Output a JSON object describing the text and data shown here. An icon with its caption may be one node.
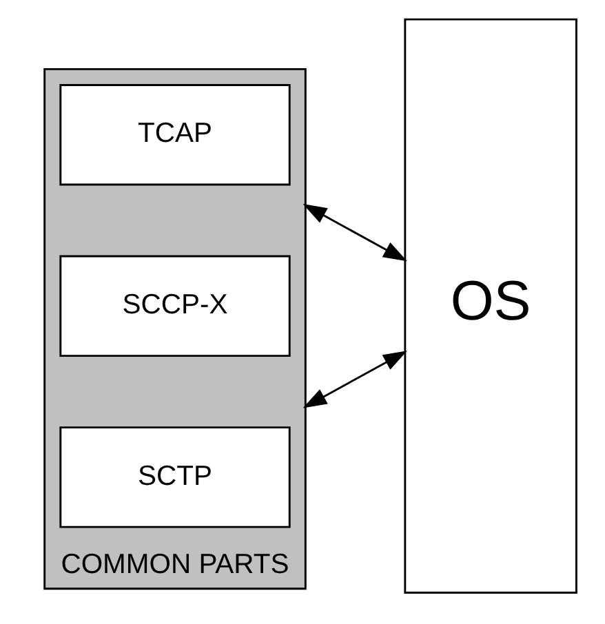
{
  "diagram": {
    "nodes": [
      {
        "text": [
          "COMMON PARTS"
        ]
      },
      {
        "text": [
          "TCAP"
        ],
        "in": 0
      },
      {
        "text": [
          "SCCP-X"
        ],
        "in": 0
      },
      {
        "text": [
          "SCTP"
        ],
        "in": 0
      },
      {
        "text": [
          "OS"
        ]
      }
    ],
    "edges": [
      {
        "from": 0,
        "to": 4,
        "arrow": "both"
      },
      {
        "from": 0,
        "to": 4,
        "arrow": "both"
      }
    ]
  }
}
